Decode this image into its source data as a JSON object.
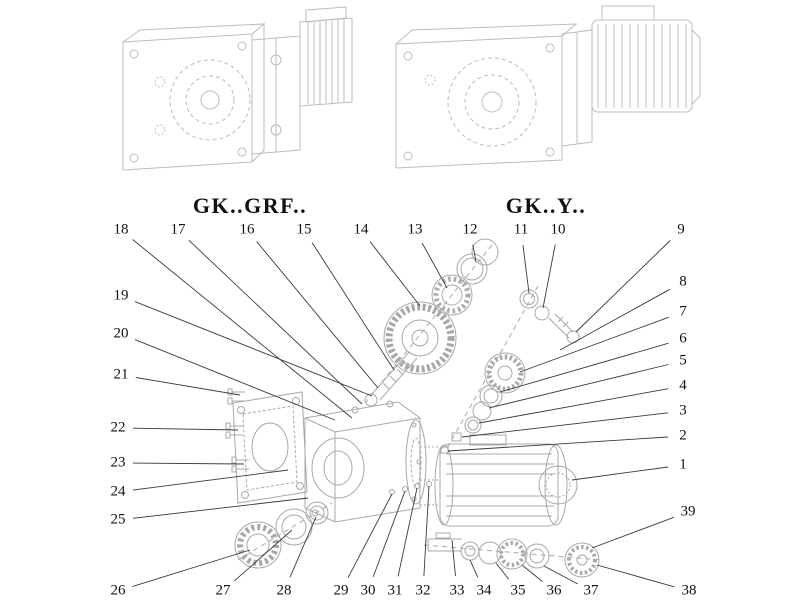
{
  "figure": {
    "variants": [
      {
        "label": "GK..GRF.."
      },
      {
        "label": "GK..Y.."
      }
    ],
    "callouts": [
      "18",
      "17",
      "16",
      "15",
      "14",
      "13",
      "12",
      "11",
      "10",
      "9",
      "8",
      "7",
      "6",
      "5",
      "4",
      "3",
      "2",
      "1",
      "39",
      "19",
      "20",
      "21",
      "22",
      "23",
      "24",
      "25",
      "26",
      "27",
      "28",
      "29",
      "30",
      "31",
      "32",
      "33",
      "34",
      "35",
      "36",
      "37",
      "38"
    ],
    "colors": {
      "background": "#ffffff",
      "drawing_lines": "#bcbcbc",
      "exploded_lines": "#a8a8a8",
      "leader_lines": "#3a3a3a",
      "text": "#111111"
    }
  }
}
